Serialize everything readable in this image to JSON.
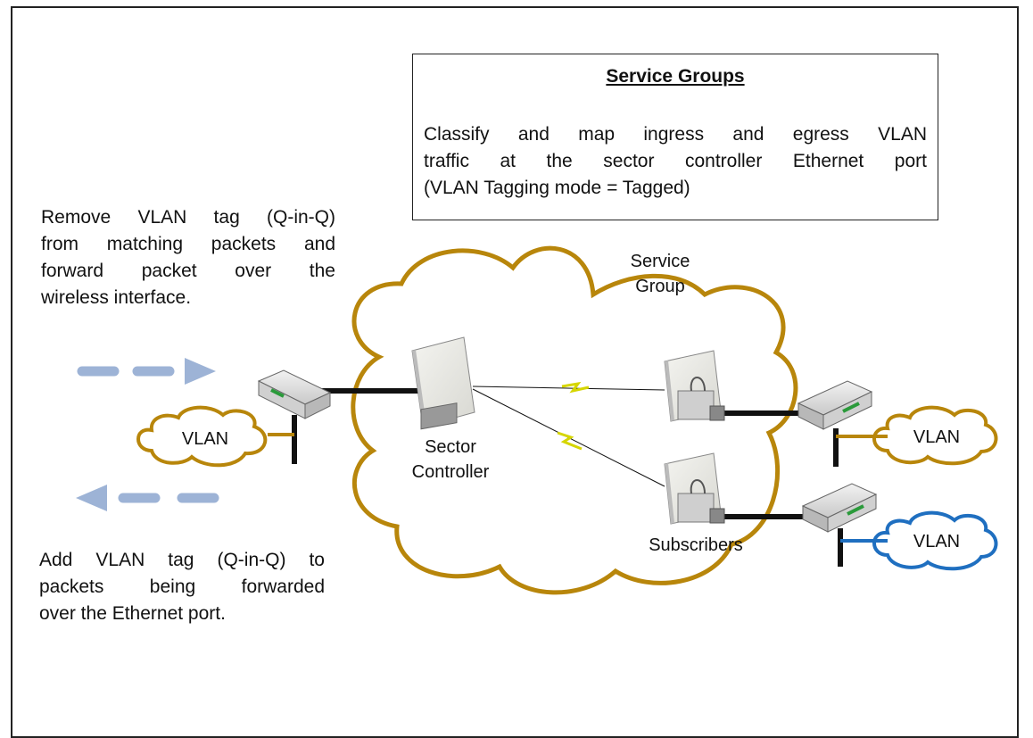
{
  "info_box": {
    "title": "Service Groups",
    "lines": [
      "Classify and map ingress and egress VLAN",
      "traffic at the sector controller Ethernet port",
      "(VLAN Tagging mode = Tagged)"
    ]
  },
  "left_top_note": {
    "lines": [
      "Remove VLAN tag (Q-in-Q)",
      "from matching packets and",
      "forward packet over the",
      "wireless interface."
    ]
  },
  "left_bottom_note": {
    "lines": [
      "Add VLAN tag (Q-in-Q) to",
      "packets being forwarded",
      "over the Ethernet port."
    ]
  },
  "labels": {
    "service_group_line1": "Service",
    "service_group_line2": "Group",
    "sector_controller_line1": "Sector",
    "sector_controller_line2": "Controller",
    "subscribers": "Subscribers",
    "vlan_left": "VLAN",
    "vlan_right_top": "VLAN",
    "vlan_right_bottom": "VLAN"
  },
  "colors": {
    "cloud_gold": "#B8860B",
    "cloud_blue": "#1F6FC0",
    "arrow_blue": "#9DB3D6",
    "lightning": "#E8E800",
    "cable": "#111111"
  }
}
